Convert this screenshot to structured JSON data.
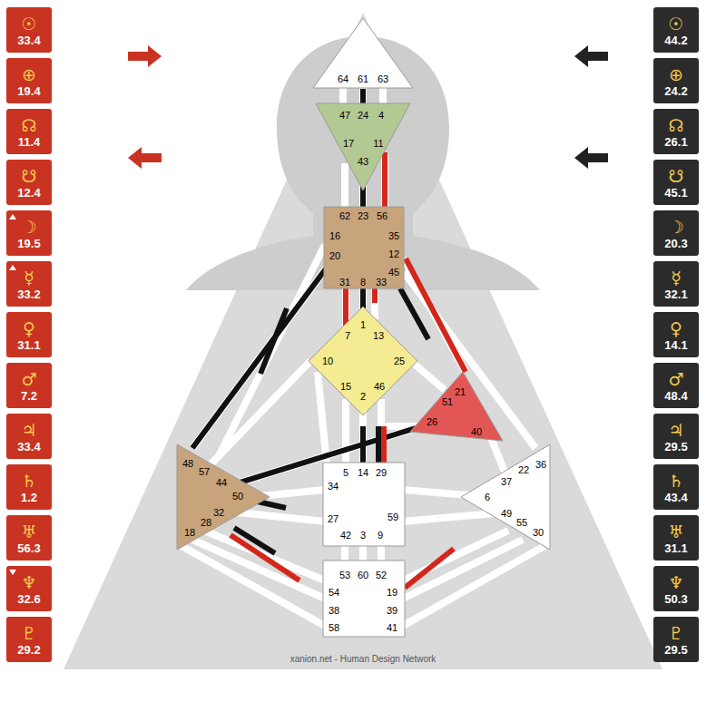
{
  "diagram": {
    "nodes": [
      {
        "text": [
          "☉",
          "33.4"
        ]
      },
      {
        "text": [
          "⊕",
          "19.4"
        ]
      },
      {
        "text": [
          "☊",
          "11.4"
        ]
      },
      {
        "text": [
          "☋",
          "12.4"
        ]
      },
      {
        "text": [
          "☽",
          "19.5"
        ]
      },
      {
        "text": [
          "☿",
          "33.2"
        ]
      },
      {
        "text": [
          "♀",
          "31.1"
        ]
      },
      {
        "text": [
          "♂",
          "7.2"
        ]
      },
      {
        "text": [
          "♃",
          "33.4"
        ]
      },
      {
        "text": [
          "♄",
          "1.2"
        ]
      },
      {
        "text": [
          "♅",
          "56.3"
        ]
      },
      {
        "text": [
          "♆",
          "32.6"
        ]
      },
      {
        "text": [
          "♇",
          "29.2"
        ]
      },
      {
        "text": [
          "64",
          "61",
          "63"
        ]
      },
      {
        "text": [
          "47",
          "24",
          "4",
          "17",
          "11",
          "43"
        ]
      },
      {
        "text": [
          "62",
          "23",
          "56",
          "16",
          "35",
          "20",
          "12",
          "45",
          "31",
          "8",
          "33"
        ]
      },
      {
        "text": [
          "1",
          "7",
          "13",
          "10",
          "25",
          "15",
          "46",
          "2"
        ]
      },
      {
        "text": [
          "21",
          "51",
          "26",
          "40"
        ]
      },
      {
        "text": [
          "48",
          "57",
          "44",
          "50",
          "32",
          "28",
          "18"
        ]
      },
      {
        "text": [
          "5",
          "14",
          "29",
          "34",
          "27",
          "59",
          "42",
          "3",
          "9"
        ]
      },
      {
        "text": [
          "22",
          "36",
          "37",
          "6",
          "49",
          "55",
          "30"
        ]
      },
      {
        "text": [
          "53",
          "60",
          "52",
          "54",
          "19",
          "38",
          "39",
          "58",
          "41"
        ]
      },
      {
        "text": [
          "☉",
          "44.2"
        ]
      },
      {
        "text": [
          "⊕",
          "24.2"
        ]
      },
      {
        "text": [
          "☊",
          "26.1"
        ]
      },
      {
        "text": [
          "☋",
          "45.1"
        ]
      },
      {
        "text": [
          "☽",
          "20.3"
        ]
      },
      {
        "text": [
          "☿",
          "32.1"
        ]
      },
      {
        "text": [
          "♀",
          "14.1"
        ]
      },
      {
        "text": [
          "♂",
          "48.4"
        ]
      },
      {
        "text": [
          "♃",
          "29.5"
        ]
      },
      {
        "text": [
          "♄",
          "43.4"
        ]
      },
      {
        "text": [
          "♅",
          "31.1"
        ]
      },
      {
        "text": [
          "♆",
          "50.3"
        ]
      },
      {
        "text": [
          "♇",
          "29.5"
        ]
      }
    ],
    "edges": [
      {
        "from": 13,
        "to": 14,
        "arrow": "none"
      },
      {
        "from": 14,
        "to": 15,
        "arrow": "none"
      },
      {
        "from": 14,
        "to": 15,
        "arrow": "none"
      },
      {
        "from": 15,
        "to": 16,
        "arrow": "none"
      },
      {
        "from": 15,
        "to": 16,
        "arrow": "none"
      },
      {
        "from": 15,
        "to": 16,
        "arrow": "none"
      },
      {
        "from": 15,
        "to": 17,
        "arrow": "none"
      },
      {
        "from": 15,
        "to": 17,
        "arrow": "none"
      },
      {
        "from": 15,
        "to": 18,
        "arrow": "none"
      },
      {
        "from": 15,
        "to": 18,
        "arrow": "none"
      },
      {
        "from": 17,
        "to": 18,
        "arrow": "none"
      },
      {
        "from": 16,
        "to": 19,
        "arrow": "none"
      },
      {
        "from": 16,
        "to": 19,
        "arrow": "none"
      },
      {
        "from": 16,
        "to": 19,
        "arrow": "none"
      },
      {
        "from": 18,
        "to": 19,
        "arrow": "none"
      },
      {
        "from": 18,
        "to": 21,
        "arrow": "none"
      },
      {
        "from": 18,
        "to": 21,
        "arrow": "none"
      },
      {
        "from": 21,
        "to": 20,
        "arrow": "none"
      }
    ],
    "labels": [
      "xanion.net - Human Design Network"
    ]
  }
}
